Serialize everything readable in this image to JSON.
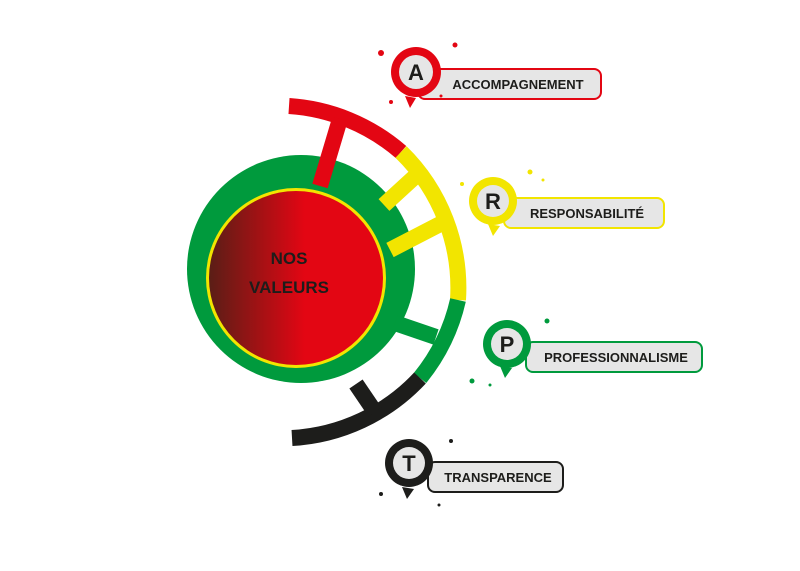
{
  "center": {
    "line1": "NOS",
    "line2": "VALEURS"
  },
  "values": [
    {
      "letter": "A",
      "label": "ACCOMPAGNEMENT",
      "color": "#e30613"
    },
    {
      "letter": "R",
      "label": "RESPONSABILITÉ",
      "color": "#f2e500"
    },
    {
      "letter": "P",
      "label": "PROFESSIONNALISME",
      "color": "#009a3d"
    },
    {
      "letter": "T",
      "label": "TRANSPARENCE",
      "color": "#1d1d1b"
    }
  ],
  "colors": {
    "red": "#e30613",
    "dark_red": "#5a1e16",
    "yellow": "#f2e500",
    "green": "#009a3d",
    "black": "#1d1d1b",
    "tag_fill": "#e6e6e6"
  }
}
